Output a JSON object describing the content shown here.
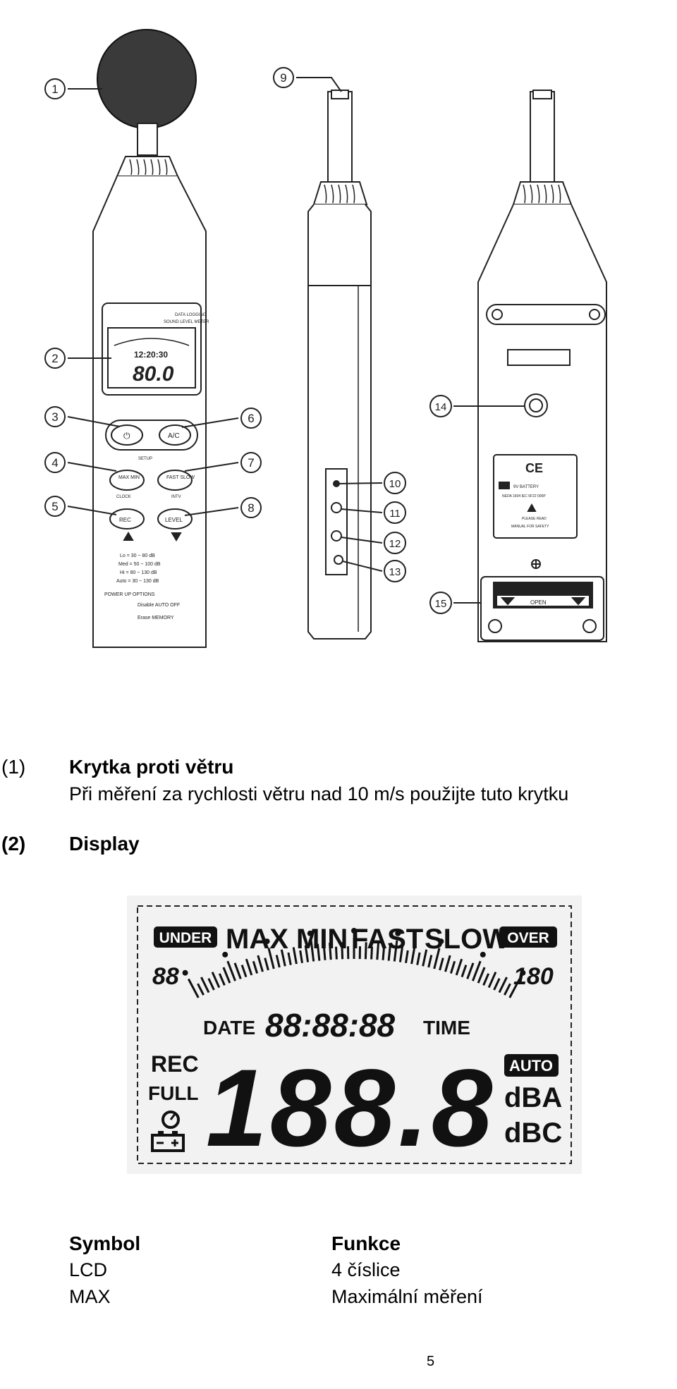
{
  "figure": {
    "callouts": [
      "1",
      "2",
      "3",
      "4",
      "5",
      "6",
      "7",
      "8",
      "9",
      "10",
      "11",
      "12",
      "13",
      "14",
      "15"
    ],
    "front": {
      "lcd_header": [
        "DATA LOGGING",
        "SOUND LEVEL METER"
      ],
      "lcd_reading": "80.0",
      "lcd_time": "12:20:30",
      "button_labels": [
        "⏻",
        "A/C",
        "MAX MIN",
        "FAST SLOW",
        "REC",
        "LEVEL"
      ],
      "setup_label": "SETUP",
      "clock_label": "CLOCK",
      "intv_label": "INTV",
      "range_rows": [
        "Lo = 30 ~ 80 dB",
        "Med = 50 ~ 100 dB",
        "Hi = 80 ~ 130 dB",
        "Auto = 30 ~ 130 dB"
      ],
      "power_up_title": "POWER UP OPTIONS",
      "power_up_lines": [
        "Disable AUTO OFF",
        "Erase MEMORY"
      ]
    },
    "back": {
      "ce_mark": "CE",
      "battery_text": "9V BATTERY",
      "battery_type": "NEDA 1604 IEC 6F22 006P",
      "manual_text": [
        "PLEASE READ",
        "MANUAL FOR SAFETY"
      ],
      "open_label": "OPEN"
    }
  },
  "items": [
    {
      "num": "(1)",
      "title": "Krytka proti větru",
      "desc": "Při měření za rychlosti větru nad 10 m/s použijte tuto krytku"
    },
    {
      "num": "(2)",
      "title": "Display"
    }
  ],
  "lcd_panel": {
    "under": "UNDER",
    "max": "MAX",
    "min": "MIN",
    "fast": "FAST",
    "slow": "SLOW",
    "over": "OVER",
    "scale_left": "88",
    "scale_right": "180",
    "date": "DATE",
    "time_digits": "88:88:88",
    "time": "TIME",
    "rec": "REC",
    "full": "FULL",
    "auto": "AUTO",
    "dba": "dBA",
    "dbc": "dBC",
    "big_digits": "188.8"
  },
  "table": {
    "headers": [
      "Symbol",
      "Funkce"
    ],
    "rows": [
      [
        "LCD",
        "4 číslice"
      ],
      [
        "MAX",
        "Maximální měření"
      ]
    ]
  },
  "page_number": "5"
}
